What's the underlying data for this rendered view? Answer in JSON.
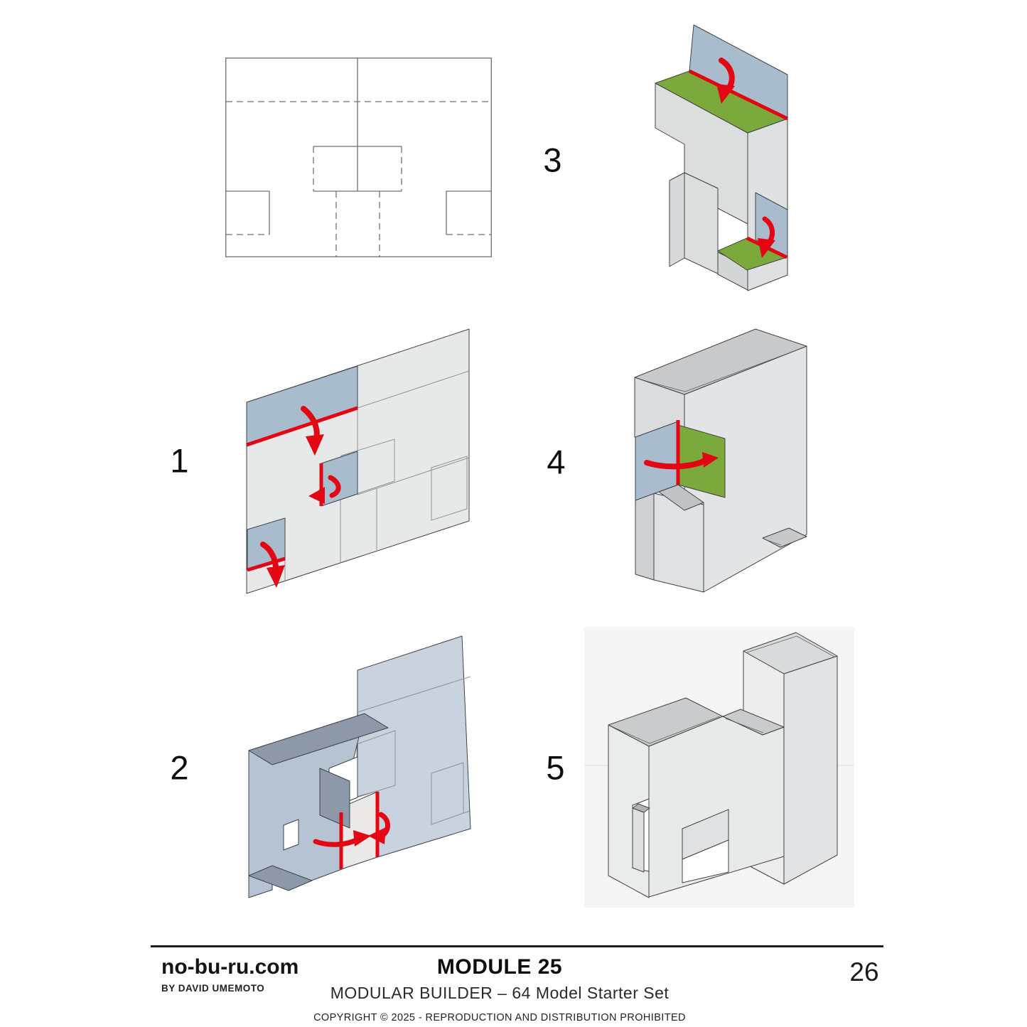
{
  "page_number": "26",
  "brand": {
    "site": "no-bu-ru.com",
    "byline": "BY DAVID UMEMOTO"
  },
  "module": {
    "title": "MODULE 25",
    "subtitle": "MODULAR BUILDER – 64 Model Starter Set",
    "copyright": "COPYRIGHT © 2025 - REPRODUCTION AND DISTRIBUTION PROHIBITED"
  },
  "steps": [
    {
      "label": "1"
    },
    {
      "label": "2"
    },
    {
      "label": "3"
    },
    {
      "label": "4"
    },
    {
      "label": "5"
    }
  ],
  "legend_colors": {
    "fold_line_red": "#e30613",
    "glue_surface_green": "#7ba93b",
    "fold_panel_blue": "#a9bccd",
    "body_gray": "#dcdddd"
  }
}
